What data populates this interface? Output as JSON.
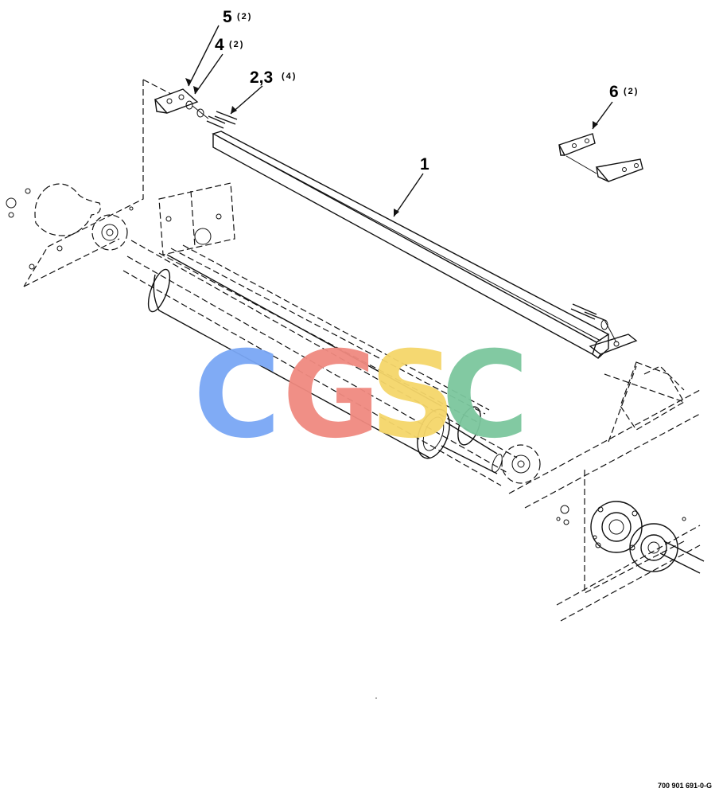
{
  "callouts": [
    {
      "id": "callout-5",
      "number": "5",
      "qty": "(2)"
    },
    {
      "id": "callout-4",
      "number": "4",
      "qty": "(2)"
    },
    {
      "id": "callout-2-3",
      "number": "2,3",
      "qty": "(4)"
    },
    {
      "id": "callout-6",
      "number": "6",
      "qty": "(2)"
    },
    {
      "id": "callout-1",
      "number": "1",
      "qty": ""
    }
  ],
  "watermark": {
    "letters": [
      "C",
      "G",
      "S",
      "C"
    ],
    "colors": [
      "#7aa7f5",
      "#f08a80",
      "#f5d66a",
      "#7cc79e"
    ]
  },
  "drawing_code": "700 901 691-0-G"
}
